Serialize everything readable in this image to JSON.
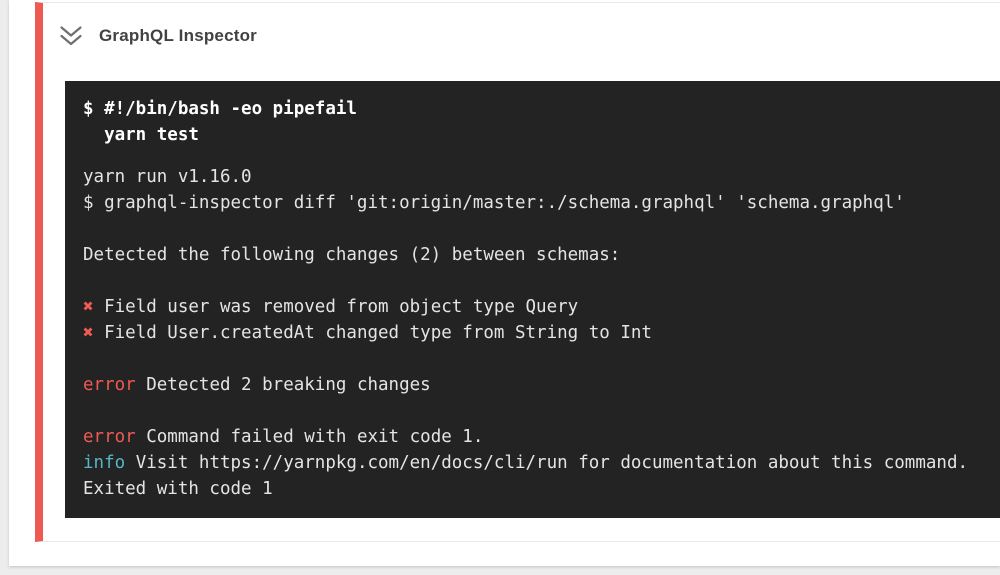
{
  "header": {
    "title": "GraphQL Inspector",
    "collapse_icon": "double-chevron-down-icon"
  },
  "colors": {
    "page_bg": "#ededed",
    "card_bg": "#ffffff",
    "step_accent_red": "#ec5a52",
    "terminal_bg": "#232323",
    "terminal_text": "#e4e4e4",
    "terminal_bold_text": "#ffffff",
    "error_red": "#ef5a52",
    "info_cyan": "#56b6c2",
    "title_text": "#424242"
  },
  "terminal": {
    "lines": [
      {
        "type": "line",
        "segments": [
          {
            "style": "bold",
            "text": "$ #!/bin/bash -eo pipefail"
          }
        ]
      },
      {
        "type": "line",
        "segments": [
          {
            "style": "bold",
            "text": "  yarn test"
          }
        ]
      },
      {
        "type": "gap"
      },
      {
        "type": "line",
        "segments": [
          {
            "style": "plain",
            "text": "yarn run v1.16.0"
          }
        ]
      },
      {
        "type": "line",
        "segments": [
          {
            "style": "plain",
            "text": "$ graphql-inspector diff 'git:origin/master:./schema.graphql' 'schema.graphql'"
          }
        ]
      },
      {
        "type": "blank"
      },
      {
        "type": "line",
        "segments": [
          {
            "style": "plain",
            "text": "Detected the following changes (2) between schemas:"
          }
        ]
      },
      {
        "type": "blank"
      },
      {
        "type": "line",
        "segments": [
          {
            "style": "red",
            "text": "✖"
          },
          {
            "style": "plain",
            "text": " Field user was removed from object type Query"
          }
        ]
      },
      {
        "type": "line",
        "segments": [
          {
            "style": "red",
            "text": "✖"
          },
          {
            "style": "plain",
            "text": " Field User.createdAt changed type from String to Int"
          }
        ]
      },
      {
        "type": "blank"
      },
      {
        "type": "line",
        "segments": [
          {
            "style": "red",
            "text": "error"
          },
          {
            "style": "plain",
            "text": " Detected 2 breaking changes"
          }
        ]
      },
      {
        "type": "blank"
      },
      {
        "type": "line",
        "segments": [
          {
            "style": "red",
            "text": "error"
          },
          {
            "style": "plain",
            "text": " Command failed with exit code 1."
          }
        ]
      },
      {
        "type": "line",
        "segments": [
          {
            "style": "cyan",
            "text": "info"
          },
          {
            "style": "plain",
            "text": " Visit https://yarnpkg.com/en/docs/cli/run for documentation about this command."
          }
        ]
      },
      {
        "type": "line",
        "segments": [
          {
            "style": "plain",
            "text": "Exited with code 1"
          }
        ]
      }
    ]
  }
}
